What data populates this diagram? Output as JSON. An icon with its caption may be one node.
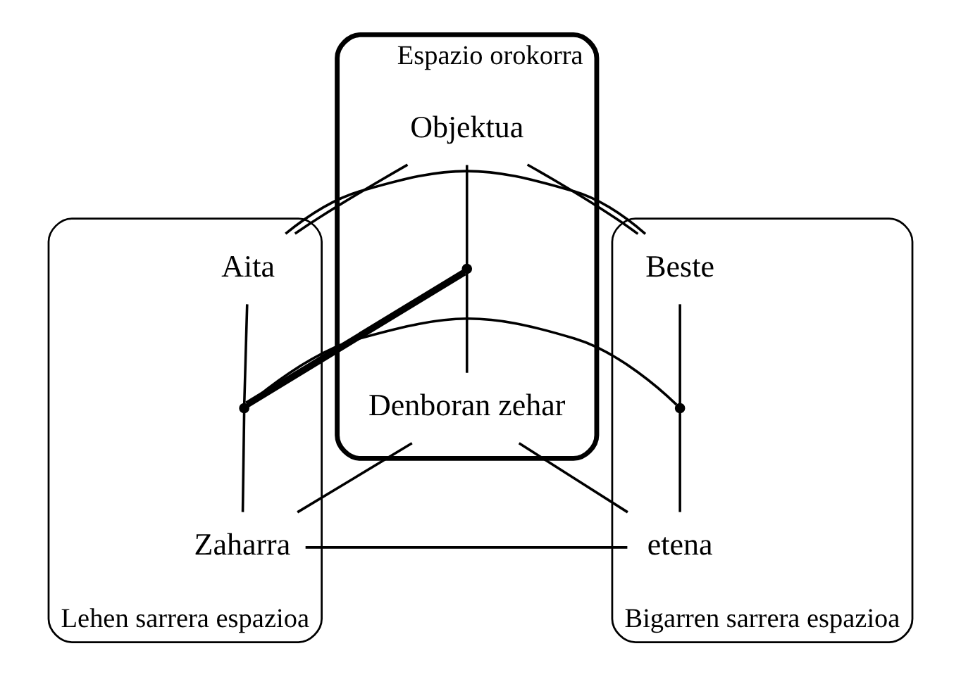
{
  "diagram": {
    "nodes": [
      {
        "text": [
          "Espazio orokorra"
        ]
      },
      {
        "text": [
          "Objektua"
        ],
        "in": 0
      },
      {
        "text": [],
        "shape": "point",
        "in": 0
      },
      {
        "text": [
          "Denboran zehar"
        ],
        "in": 0
      },
      {
        "text": [
          "Lehen sarrera espazioa"
        ]
      },
      {
        "text": [
          "Aita"
        ],
        "in": 4
      },
      {
        "text": [],
        "shape": "point",
        "in": 4
      },
      {
        "text": [
          "Zaharra"
        ],
        "in": 4
      },
      {
        "text": [
          "Bigarren sarrera espazioa"
        ]
      },
      {
        "text": [
          "Beste"
        ],
        "in": 8
      },
      {
        "text": [],
        "shape": "point",
        "in": 8
      },
      {
        "text": [
          "etena"
        ],
        "in": 8
      }
    ],
    "edges": [
      {
        "from": 1,
        "to": 2,
        "arrow": "none"
      },
      {
        "from": 2,
        "to": 3,
        "arrow": "none"
      },
      {
        "from": 5,
        "to": 6,
        "arrow": "none"
      },
      {
        "from": 6,
        "to": 7,
        "arrow": "none"
      },
      {
        "from": 9,
        "to": 10,
        "arrow": "none"
      },
      {
        "from": 10,
        "to": 11,
        "arrow": "none"
      },
      {
        "from": 1,
        "to": 5,
        "arrow": "none"
      },
      {
        "from": 1,
        "to": 9,
        "arrow": "none"
      },
      {
        "from": 3,
        "to": 7,
        "arrow": "none"
      },
      {
        "from": 3,
        "to": 11,
        "arrow": "none"
      },
      {
        "from": 5,
        "to": 9,
        "arrow": "none"
      },
      {
        "from": 6,
        "to": 10,
        "arrow": "none"
      },
      {
        "from": 7,
        "to": 11,
        "arrow": "none"
      },
      {
        "from": 2,
        "to": 6,
        "arrow": "none",
        "style": "thick"
      }
    ]
  }
}
